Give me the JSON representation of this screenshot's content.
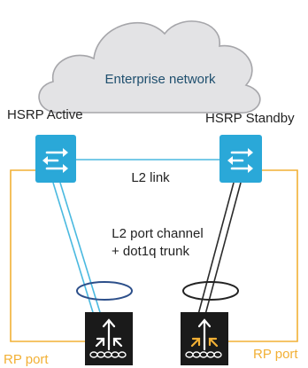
{
  "cloud": {
    "label": "Enterprise network",
    "fill": "#e3e3e5",
    "stroke": "#a6a6aa",
    "text_color": "#1f4f6e"
  },
  "switches": {
    "active": {
      "label": "HSRP Active",
      "icon": "multilayer-switch-icon"
    },
    "standby": {
      "label": "HSRP Standby",
      "icon": "multilayer-switch-icon"
    },
    "fill": "#2aa8d8"
  },
  "links": {
    "l2_link_label": "L2 link",
    "port_channel_label_line1": "L2 port channel",
    "port_channel_label_line2": "+ dot1q trunk",
    "blue_color": "#4ab9e0",
    "dark_color": "#2b2b2b",
    "rp_color": "#f2b035",
    "bundle_ring_blue": "#2c4f8a",
    "bundle_ring_dark": "#222222"
  },
  "access_switches": [
    {
      "icon": "access-switch-icon",
      "arrow_color": "#ffffff"
    },
    {
      "icon": "access-switch-icon",
      "arrow_color": "#f2b035"
    }
  ],
  "rp_ports": {
    "left_label": "RP port",
    "right_label": "RP port"
  },
  "text_color": "#222222"
}
